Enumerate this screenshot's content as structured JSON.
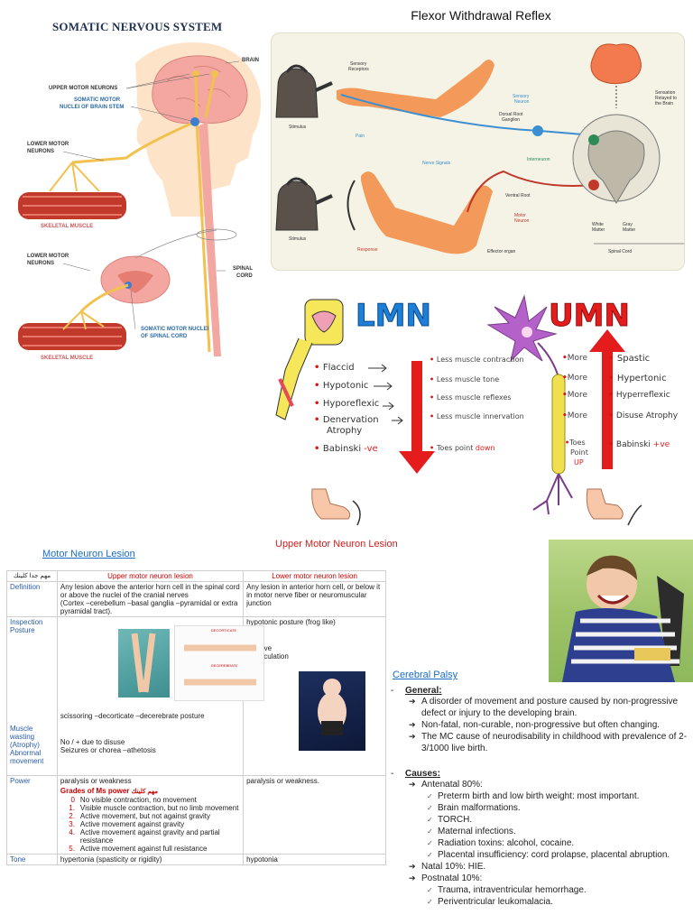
{
  "somatic": {
    "title": "SOMATIC NERVOUS SYSTEM",
    "labels": {
      "brain": "BRAIN",
      "upper_motor_neurons": "UPPER MOTOR NEURONS",
      "somatic_motor_nuclei_brain_stem_1": "SOMATIC MOTOR",
      "somatic_motor_nuclei_brain_stem_2": "NUCLEI OF BRAIN STEM",
      "lower_motor_neurons_1_a": "LOWER MOTOR",
      "lower_motor_neurons_1_b": "NEURONS",
      "skeletal_muscle_1": "SKELETAL MUSCLE",
      "lower_motor_neurons_2_a": "LOWER MOTOR",
      "lower_motor_neurons_2_b": "NEURONS",
      "spinal_cord_a": "SPINAL",
      "spinal_cord_b": "CORD",
      "somatic_motor_nuclei_spinal_1": "SOMATIC MOTOR NUCLEI",
      "somatic_motor_nuclei_spinal_2": "OF SPINAL CORD",
      "skeletal_muscle_2": "SKELETAL MUSCLE"
    }
  },
  "reflex": {
    "title": "Flexor Withdrawal Reflex",
    "labels": {
      "sensory_receptors_a": "Sensory",
      "sensory_receptors_b": "Receptors",
      "stimulus_1": "Stimulus",
      "pain": "Pain",
      "sensory_neuron_a": "Sensory",
      "sensory_neuron_b": "Neuron",
      "dorsal_root_a": "Dorsal Root",
      "dorsal_root_b": "Ganglion",
      "sensation_a": "Sensation",
      "sensation_b": "Relayed to",
      "sensation_c": "the Brain",
      "nerve_signals": "Nerve Signals",
      "interneuron": "Interneuron",
      "ventral_root": "Ventral Root",
      "motor_neuron_a": "Motor",
      "motor_neuron_b": "Neuron",
      "stimulus_2": "Stimulus",
      "response": "Response",
      "effector": "Effector organ",
      "white_matter_a": "White",
      "white_matter_b": "Matter",
      "gray_matter_a": "Gray",
      "gray_matter_b": "Matter",
      "spinal_cord": "Spinal Cord"
    }
  },
  "lmnumn": {
    "lmn": "LMN",
    "umn": "UMN",
    "lmn_items": [
      "Flaccid",
      "Hypotonic",
      "Hyporeflexic",
      "Denervation",
      "Atrophy",
      "Babinski"
    ],
    "babinski_neg": "-ve",
    "middle_items": [
      "Less muscle contraction",
      "Less muscle tone",
      "Less muscle reflexes",
      "Less muscle innervation",
      "Toes point"
    ],
    "down": "down",
    "more_items": [
      "More",
      "More",
      "More",
      "More"
    ],
    "toes_up_a": "Toes",
    "toes_up_b": "Point",
    "toes_up_c": "UP",
    "umn_items": [
      "Spastic",
      "Hypertonic",
      "Hyperreflexic",
      "Disuse Atrophy",
      "Babinski"
    ],
    "babinski_pos": "+ve"
  },
  "bottom": {
    "umn_title": "Upper Motor Neuron Lesion",
    "mnl_title": "Motor Neuron Lesion"
  },
  "table": {
    "arabic_header": "مهم جدا كلينك",
    "col_umn": "Upper motor neuron lesion",
    "col_lmn": "Lower motor neuron lesion",
    "rows": {
      "definition": {
        "label": "Definition",
        "umn_1": "Any lesion above the anterior horn cell in the spinal cord or above the nuclei of the cranial nerves",
        "umn_2": "(Cortex –cerebellum –basal ganglia –pyramidal or extra pyramidal tract).",
        "lmn": "Any lesion in anterior horn cell, or below it in motor nerve fiber or neuromuscular junction"
      },
      "inspection": {
        "label_1": "Inspection",
        "label_2": "Posture",
        "umn": "scissoring –decorticate –decerebrate posture",
        "lmn_1": "hypotonic posture (frog like)",
        "lmn_2": "Positive",
        "lmn_3": "Fasciculation",
        "fig_1": "DECORTICATE",
        "fig_2": "DECEREBRATE"
      },
      "wasting": {
        "label_1": "Muscle",
        "label_2": "wasting",
        "label_3": "(Atrophy)",
        "label_4": "Abnormal",
        "label_5": "movement",
        "umn_1": "No / + due to disuse",
        "umn_2": "Seizures or chorea –athetosis"
      },
      "power": {
        "label": "Power",
        "umn": "paralysis or weakness",
        "lmn": "paralysis or weakness.",
        "grades_title": "Grades of Ms power",
        "grades_ar": "مهم كلينك",
        "grades": [
          {
            "n": "0",
            "t": "No visible contraction, no movement"
          },
          {
            "n": "1.",
            "t": "Visible muscle contraction, but no limb movement"
          },
          {
            "n": "2.",
            "t": "Active movement, but not against gravity"
          },
          {
            "n": "3.",
            "t": "Active movement against gravity"
          },
          {
            "n": "4.",
            "t": "Active movement against gravity and partial resistance"
          },
          {
            "n": "5.",
            "t": "Active movement against full resistance"
          }
        ]
      },
      "tone": {
        "label": "Tone",
        "umn": "hypertonia (spasticity or rigidity)",
        "lmn": "hypotonia"
      }
    }
  },
  "cp": {
    "title": "Cerebral Palsy",
    "general": "General:",
    "general_items": [
      "A disorder of movement and posture caused by non-progressive defect or injury to the developing brain.",
      "Non-fatal, non-curable, non-progressive but often changing.",
      "The MC cause of neurodisability in childhood with prevalence of 2-3/1000 live birth."
    ],
    "causes": "Causes:",
    "antenatal": "Antenatal 80%:",
    "antenatal_items": [
      "Preterm birth and low birth weight: most important.",
      "Brain malformations.",
      "TORCH.",
      "Maternal infections.",
      "Radiation toxins: alcohol, cocaine.",
      "Placental insufficiency: cord prolapse, placental abruption."
    ],
    "natal": "Natal 10%: HIE.",
    "postnatal": "Postnatal 10%:",
    "postnatal_items": [
      "Trauma, intraventricular hemorrhage.",
      "Periventricular leukomalacia."
    ]
  },
  "colors": {
    "link_blue": "#1a6cc4",
    "lesion_red": "#d21c1c",
    "nerve_yellow": "#f2c14e",
    "brain_pink": "#f4a7a0"
  }
}
